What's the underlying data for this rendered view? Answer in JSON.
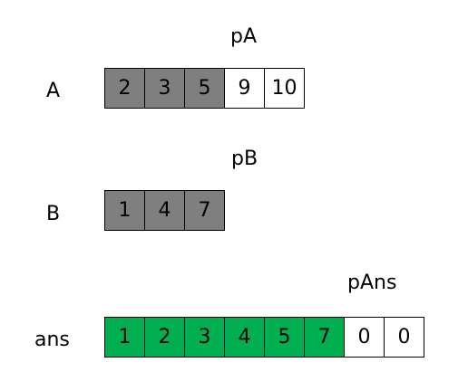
{
  "colors": {
    "processed": "#7f7f7f",
    "merged": "#00b050",
    "empty": "#ffffff",
    "border": "#000000"
  },
  "arrays": {
    "A": {
      "label": "A",
      "pointer": "pA",
      "cells": [
        {
          "value": "2",
          "state": "processed"
        },
        {
          "value": "3",
          "state": "processed"
        },
        {
          "value": "5",
          "state": "processed"
        },
        {
          "value": "9",
          "state": "empty"
        },
        {
          "value": "10",
          "state": "empty"
        }
      ]
    },
    "B": {
      "label": "B",
      "pointer": "pB",
      "cells": [
        {
          "value": "1",
          "state": "processed"
        },
        {
          "value": "4",
          "state": "processed"
        },
        {
          "value": "7",
          "state": "processed"
        }
      ]
    },
    "ans": {
      "label": "ans",
      "pointer": "pAns",
      "cells": [
        {
          "value": "1",
          "state": "merged"
        },
        {
          "value": "2",
          "state": "merged"
        },
        {
          "value": "3",
          "state": "merged"
        },
        {
          "value": "4",
          "state": "merged"
        },
        {
          "value": "5",
          "state": "merged"
        },
        {
          "value": "7",
          "state": "merged"
        },
        {
          "value": "0",
          "state": "empty"
        },
        {
          "value": "0",
          "state": "empty"
        }
      ]
    }
  }
}
